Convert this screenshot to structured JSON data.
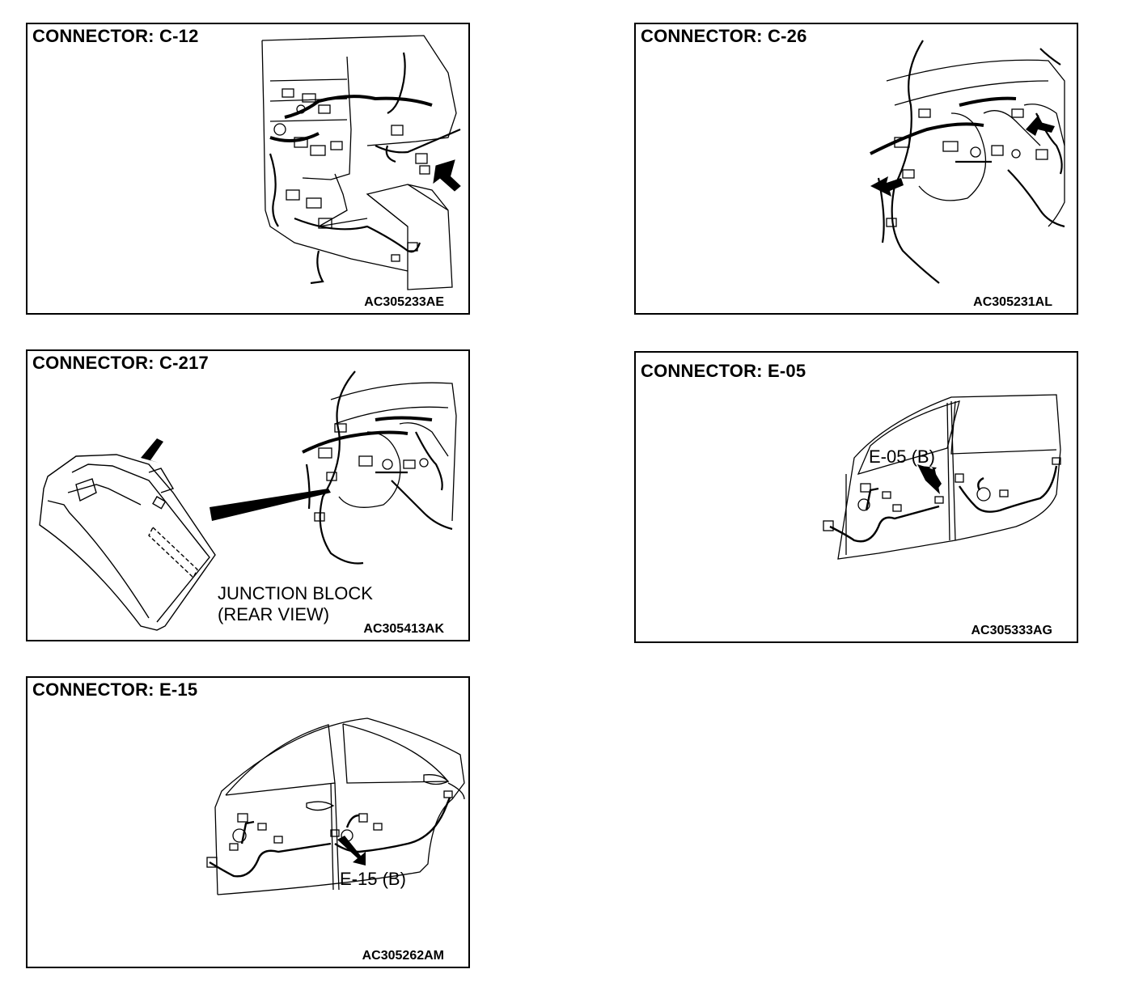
{
  "panels": [
    {
      "title": "CONNECTOR: C-12",
      "code": "AC305233AE"
    },
    {
      "title": "CONNECTOR: C-26",
      "code": "AC305231AL"
    },
    {
      "title": "CONNECTOR: C-217",
      "code": "AC305413AK",
      "label_line1": "JUNCTION BLOCK",
      "label_line2": "(REAR VIEW)"
    },
    {
      "title": "CONNECTOR: E-05",
      "code": "AC305333AG",
      "callout": "E-05 (B)"
    },
    {
      "title": "CONNECTOR: E-15",
      "code": "AC305262AM",
      "callout": "E-15 (B)"
    }
  ]
}
